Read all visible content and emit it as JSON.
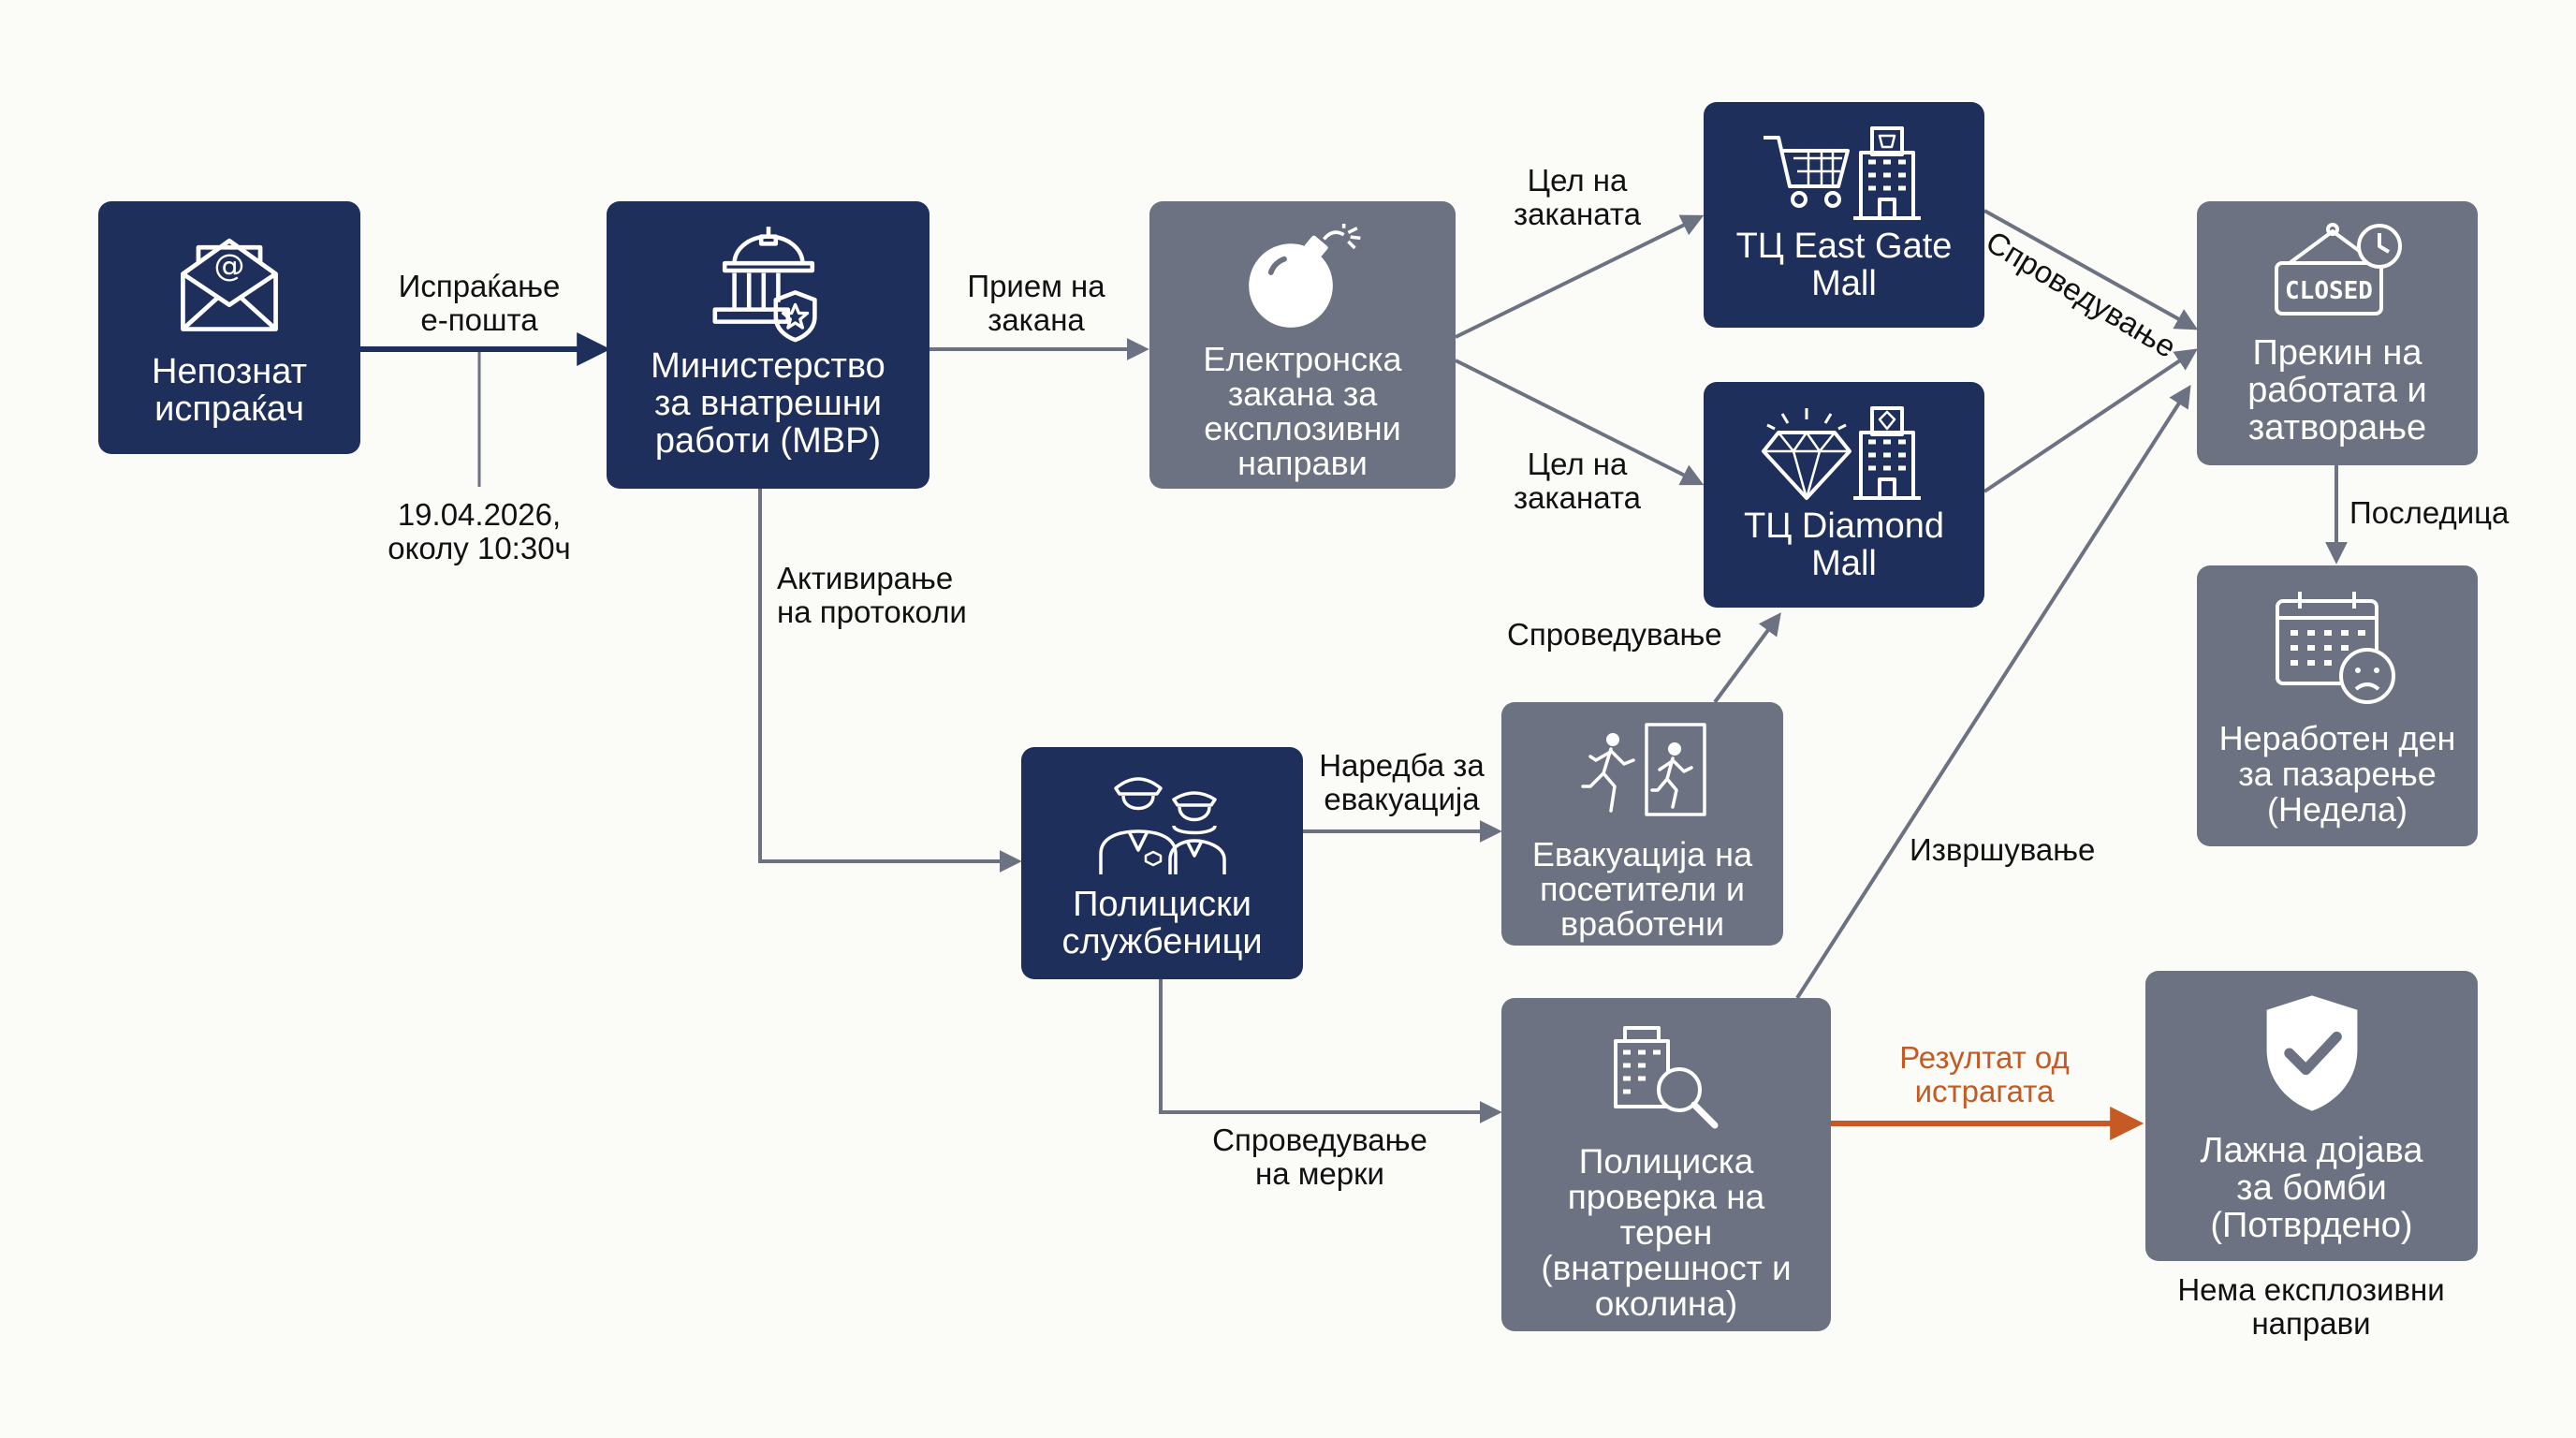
{
  "colors": {
    "dark_node": "#1f2f5c",
    "gray_node": "#6c7281",
    "arrow_dark": "#1f2f5c",
    "arrow_gray": "#6c7281",
    "arrow_result": "#c55a24"
  },
  "nodes": {
    "sender": {
      "l1": "Непознат",
      "l2": "испраќач",
      "icon": "email-icon"
    },
    "ministry": {
      "l1": "Министерство",
      "l2": "за внатрешни",
      "l3": "работи (МВР)",
      "icon": "government-building-icon"
    },
    "threat": {
      "l1": "Електронска",
      "l2": "закана за",
      "l3": "експлозивни",
      "l4": "направи",
      "icon": "bomb-icon"
    },
    "eastgate": {
      "l1": "ТЦ East Gate",
      "l2": "Mall",
      "icon": "shopping-cart-building-icon"
    },
    "diamond": {
      "l1": "ТЦ Diamond",
      "l2": "Mall",
      "icon": "diamond-building-icon"
    },
    "closure": {
      "l1": "Прекин на",
      "l2": "работата и",
      "l3": "затворање",
      "icon": "closed-sign-icon",
      "sign_text": "CLOSED"
    },
    "nonworking": {
      "l1": "Неработен ден",
      "l2": "за пазарење",
      "l3": "(Недела)",
      "icon": "calendar-sad-icon"
    },
    "police": {
      "l1": "Полициски",
      "l2": "службеници",
      "icon": "police-officers-icon"
    },
    "evacuation": {
      "l1": "Евакуација на",
      "l2": "посетители и",
      "l3": "вработени",
      "icon": "emergency-exit-icon"
    },
    "inspection": {
      "l1": "Полициска",
      "l2": "проверка на",
      "l3": "терен",
      "l4": "(внатрешност и",
      "l5": "околина)",
      "icon": "building-search-icon"
    },
    "falsealarm": {
      "l1": "Лажна дојава",
      "l2": "за бомби",
      "l3": "(Потврдено)",
      "icon": "shield-check-icon"
    }
  },
  "edges": {
    "sending": {
      "l1": "Испраќање",
      "l2": "е-пошта"
    },
    "date": {
      "l1": "19.04.2026,",
      "l2": "околу 10:30ч"
    },
    "receive": {
      "l1": "Прием на",
      "l2": "закана"
    },
    "target1": {
      "l1": "Цел на",
      "l2": "заканата"
    },
    "target2": {
      "l1": "Цел на",
      "l2": "заканата"
    },
    "implement1": {
      "l1": "Спроведување"
    },
    "consequence": {
      "l1": "Последица"
    },
    "activate": {
      "l1": "Активирање",
      "l2": "на протоколи"
    },
    "evac_order": {
      "l1": "Наредба за",
      "l2": "евакуација"
    },
    "implement2": {
      "l1": "Спроведување"
    },
    "execution": {
      "l1": "Извршување"
    },
    "measures": {
      "l1": "Спроведување",
      "l2": "на мерки"
    },
    "result": {
      "l1": "Резултат од",
      "l2": "истрагата"
    },
    "no_explosives": {
      "l1": "Нема експлозивни",
      "l2": "направи"
    }
  }
}
